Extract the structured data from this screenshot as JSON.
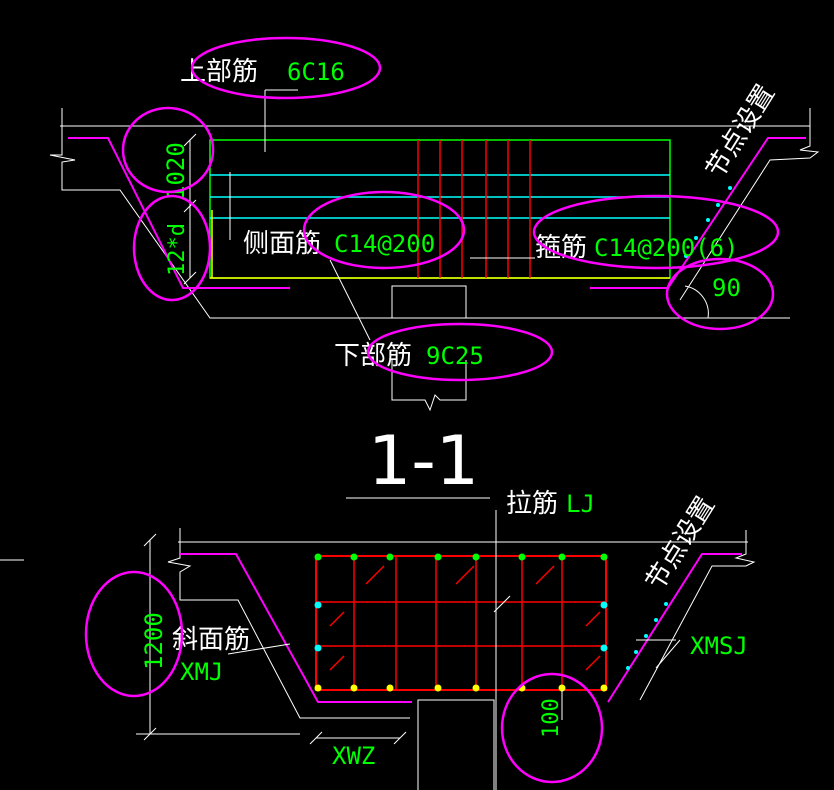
{
  "top_section": {
    "top_bar_label": "上部筋",
    "top_bar_value": "6C16",
    "side_bar_label": "侧面筋",
    "side_bar_value": "C14@200",
    "stirrup_label": "箍筋",
    "stirrup_value": "C14@200(6)",
    "bottom_bar_label": "下部筋",
    "bottom_bar_value": "9C25",
    "node_setting": "节点设置",
    "dim_height": "1020",
    "dim_anchor": "12*d",
    "angle": "90"
  },
  "section_title": "1-1",
  "bottom_section": {
    "tie_label": "拉筋",
    "tie_value": "LJ",
    "node_setting": "节点设置",
    "slope_label": "斜面筋",
    "slope_value": "XMJ",
    "slope_side_value": "XMSJ",
    "dim_height": "1200",
    "dim_bottom": "100",
    "width_label": "XWZ"
  },
  "colors": {
    "background": "#000000",
    "rebar_red": "#ff0000",
    "rebar_cyan": "#00ffff",
    "rebar_green": "#00ff00",
    "rebar_yellow": "#ffff00",
    "highlight_magenta": "#ff00ff",
    "line_white": "#ffffff"
  }
}
